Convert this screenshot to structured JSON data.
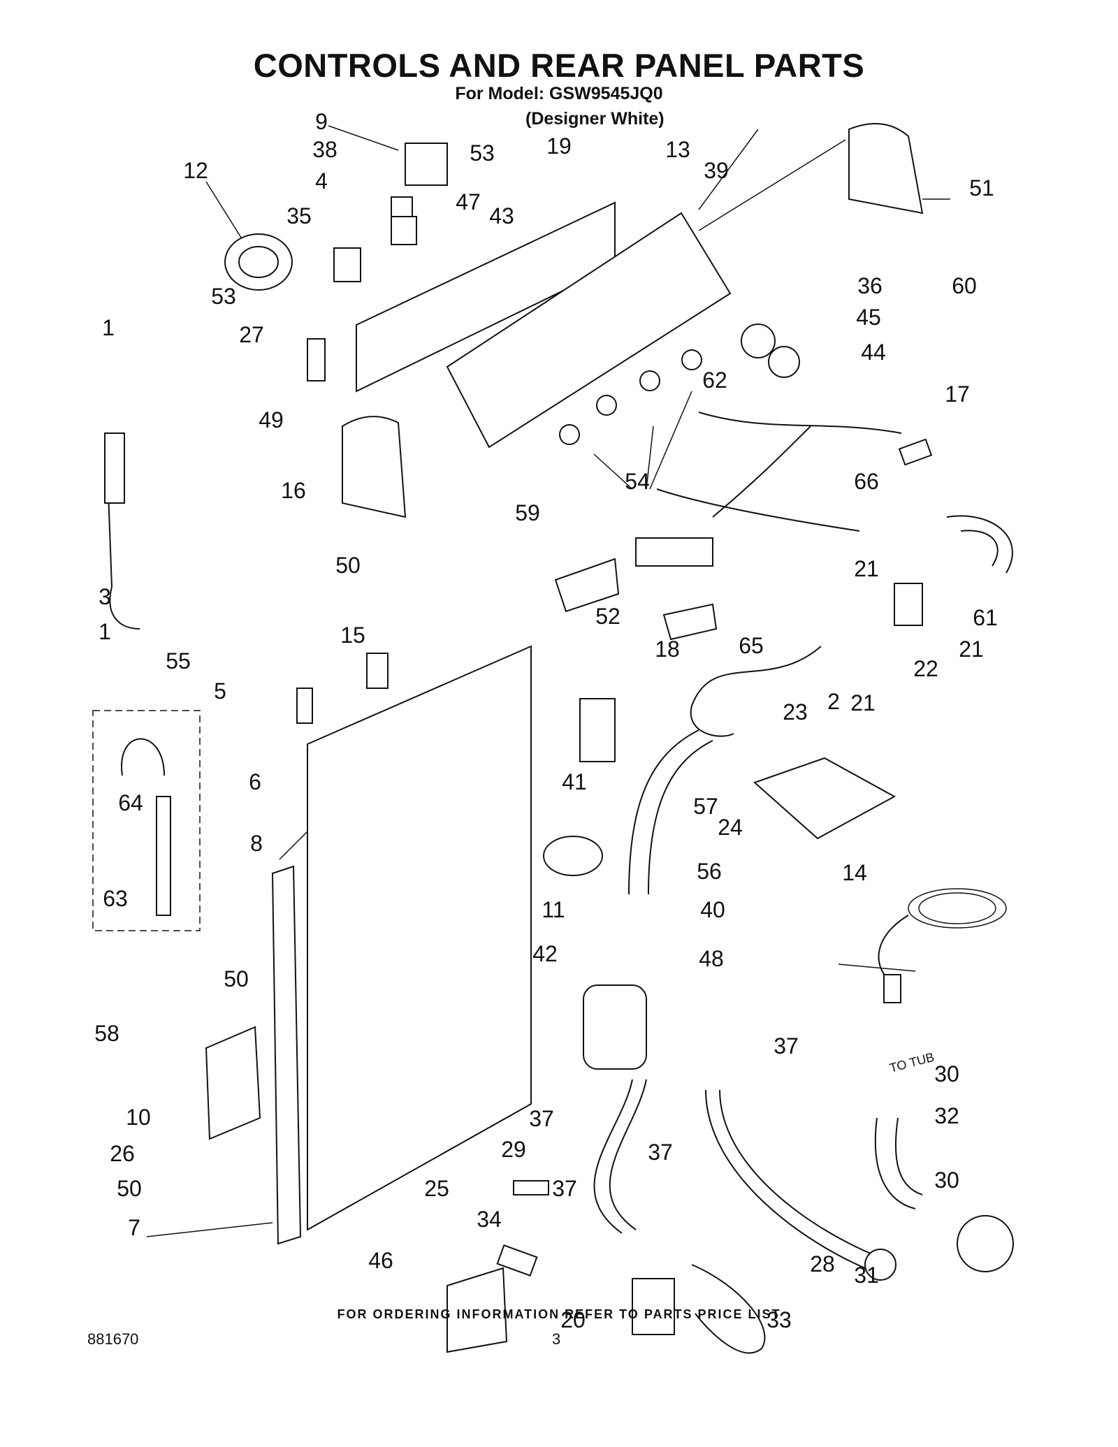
{
  "header": {
    "title": "CONTROLS AND REAR PANEL PARTS",
    "model_line": "For Model: GSW9545JQ0",
    "color_line": "(Designer White)"
  },
  "footer": {
    "note": "FOR ORDERING INFORMATION REFER TO PARTS PRICE LIST",
    "doc_number": "881670",
    "page_number": "3"
  },
  "diagram": {
    "tub_text": "TO TUB",
    "callouts": [
      "9",
      "38",
      "53",
      "19",
      "13",
      "39",
      "51",
      "12",
      "4",
      "47",
      "43",
      "35",
      "53",
      "36",
      "60",
      "45",
      "1",
      "27",
      "44",
      "17",
      "62",
      "49",
      "54",
      "66",
      "16",
      "59",
      "50",
      "21",
      "3",
      "61",
      "1",
      "65",
      "52",
      "55",
      "15",
      "18",
      "21",
      "22",
      "2",
      "21",
      "5",
      "23",
      "6",
      "41",
      "57",
      "64",
      "8",
      "24",
      "14",
      "56",
      "63",
      "11",
      "40",
      "42",
      "48",
      "58",
      "50",
      "37",
      "30",
      "37",
      "10",
      "32",
      "29",
      "26",
      "37",
      "30",
      "25",
      "37",
      "50",
      "34",
      "7",
      "28",
      "46",
      "20",
      "31",
      "33"
    ]
  }
}
